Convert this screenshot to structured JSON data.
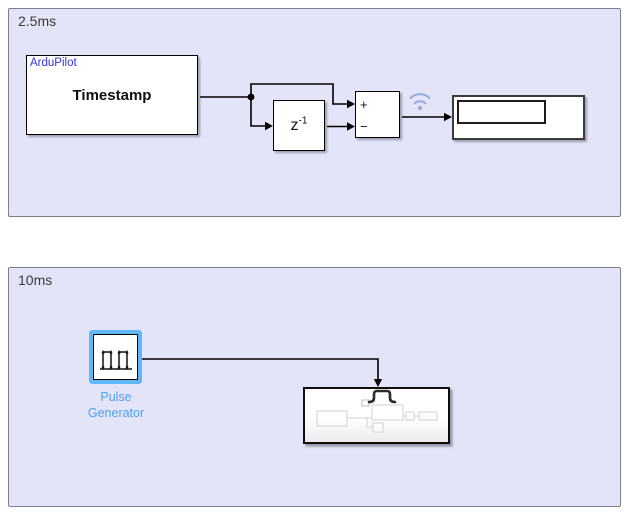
{
  "areas": [
    {
      "label": "2.5ms"
    },
    {
      "label": "10ms"
    }
  ],
  "blocks": {
    "timestamp": {
      "mask_title": "ArduPilot",
      "title": "Timestamp"
    },
    "unit_delay": {
      "base": "z",
      "exp": "-1"
    },
    "sum": {
      "top_sign": "+",
      "bottom_sign": "−"
    },
    "display": {
      "value": ""
    },
    "pulse_generator": {
      "label_line1": "Pulse",
      "label_line2": "Generator"
    }
  },
  "colors": {
    "panel_fill": "#E4E4F8",
    "panel_border": "#7D7D90",
    "block_border": "#000000",
    "mask_text_blue": "#3434DD",
    "selection_blue": "#5FB8F5",
    "selected_label_blue": "#49A3F1",
    "wireless_blue": "#8CA5DC",
    "wire_black": "#000000"
  }
}
